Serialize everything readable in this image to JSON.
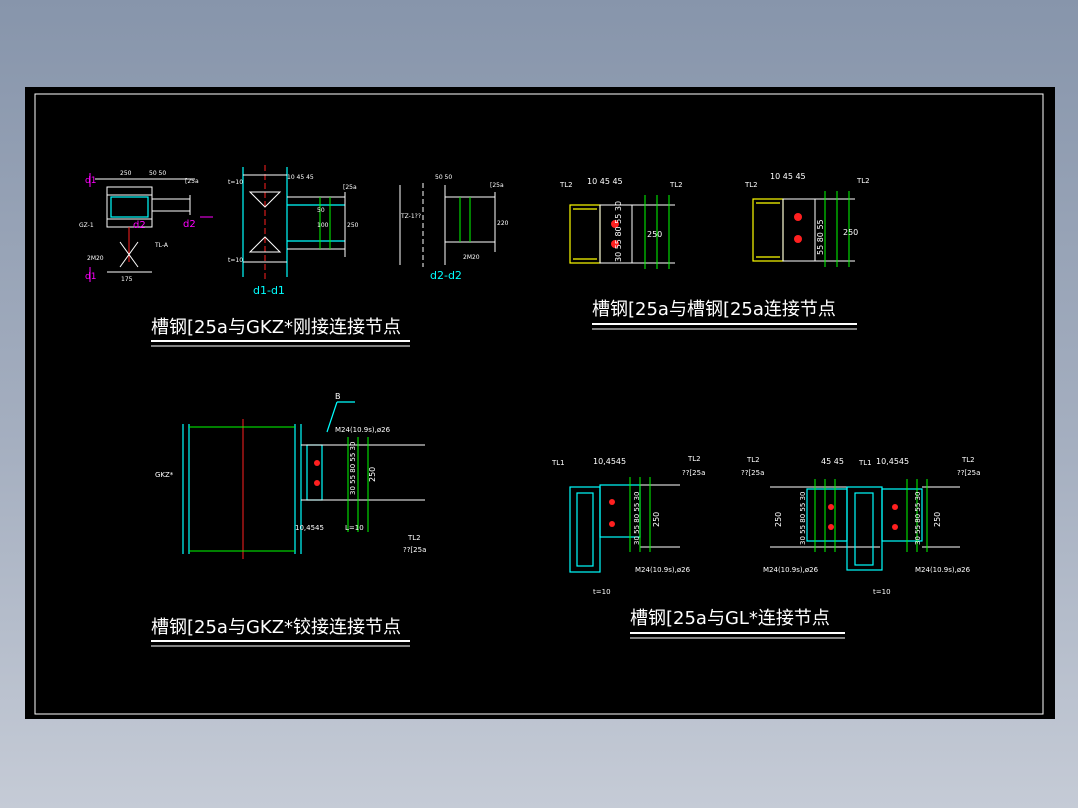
{
  "titles": {
    "rigid": "槽钢[25a与GKZ*刚接连接节点",
    "channel": "槽钢[25a与槽钢[25a连接节点",
    "hinged": "槽钢[25a与GKZ*铰接连接节点",
    "beam": "槽钢[25a与GL*连接节点"
  },
  "labels": {
    "d1": "d1",
    "d2": "d2",
    "sec_d1": "d1-d1",
    "sec_d2": "d2-d2",
    "c25a": "[25a",
    "c25a_q": "??[25a",
    "tl1": "TL1",
    "tl2": "TL2",
    "gkz": "GKZ*",
    "gz1": "GZ-1",
    "tl_a": "TL-A",
    "bolt": "M24(10.9s),ø26",
    "t10": "t=10",
    "l10": "L=10",
    "d250": "250",
    "d220": "220",
    "d175": "175",
    "d5050": "50 50",
    "d104545": "10 45 45",
    "d104545b": "10,4545",
    "d4545": "45 45",
    "d30558055": "30 55 80 55 30",
    "d558055": "55 80 55",
    "d100": "100",
    "d50": "50",
    "d2m20": "2M20",
    "b_mark": "B",
    "tz": "TZ-1??"
  }
}
